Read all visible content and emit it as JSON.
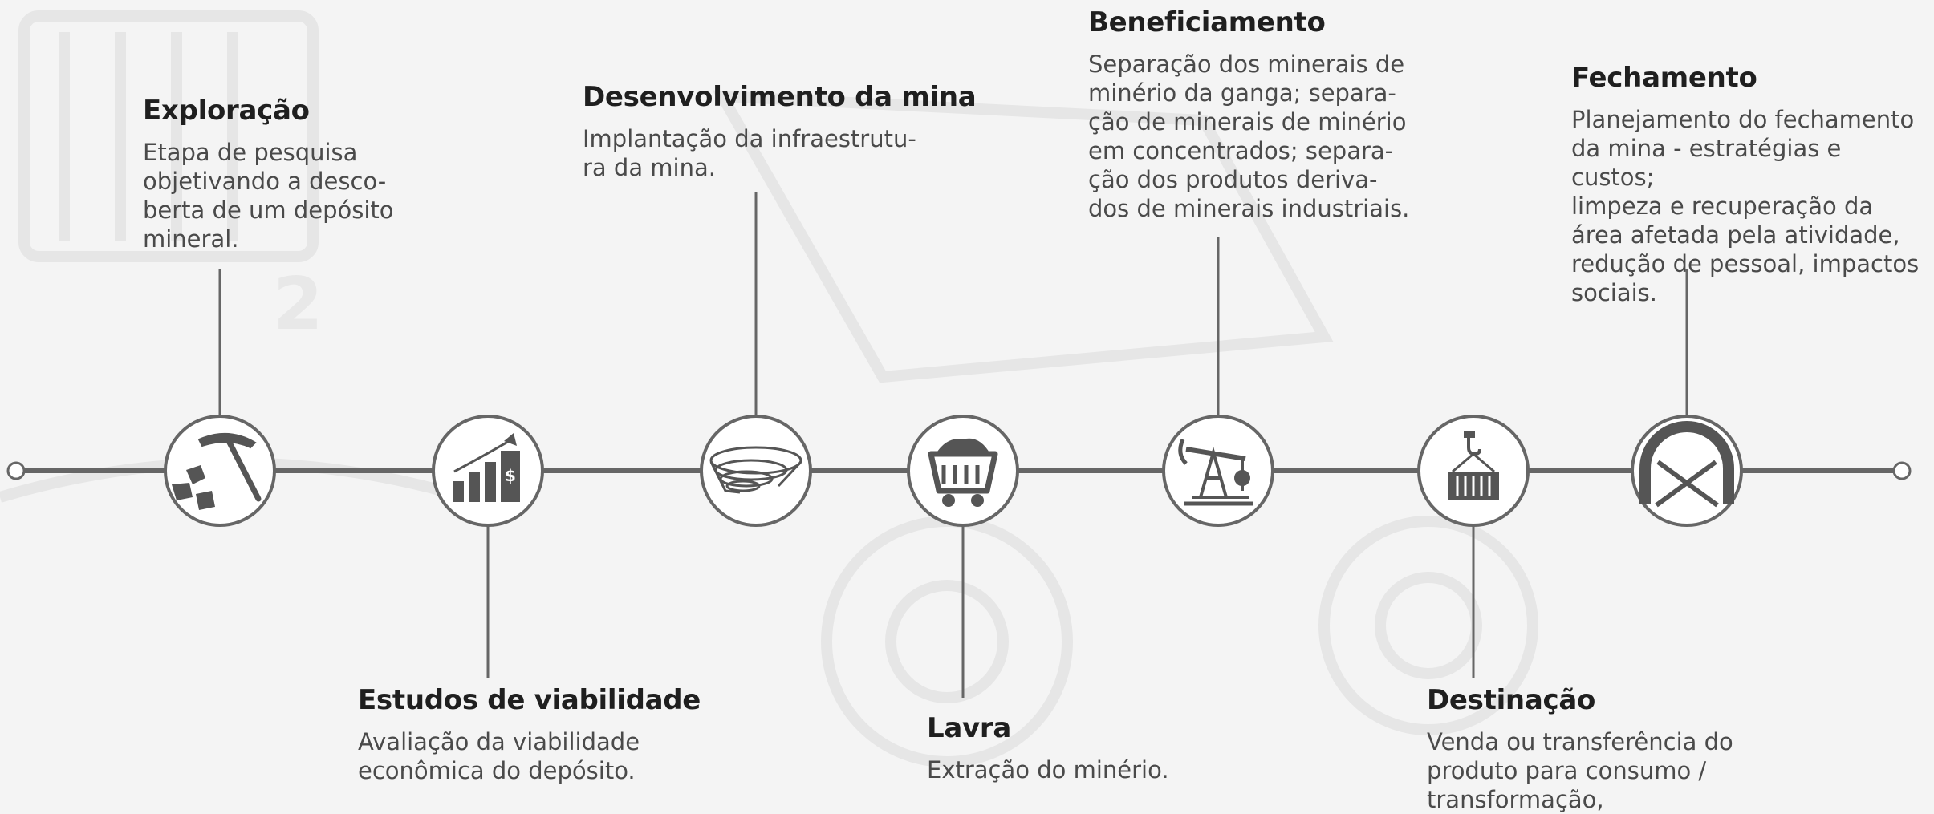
{
  "colors": {
    "line": "#666666",
    "icon": "#555555",
    "circle_fill": "#ffffff",
    "heading": "#1f1f1f",
    "body_text": "#4a4a4a",
    "background": "#f4f4f4"
  },
  "stages": [
    {
      "id": "exploracao",
      "title": "Exploração",
      "description": "Etapa de pesquisa\nobjetivando a desco-\nberta de um depósito\nmineral.",
      "icon": "pickaxe-ore-icon"
    },
    {
      "id": "estudos",
      "title": "Estudos de viabilidade",
      "description": "Avaliação da viabilidade\neconômica do depósito.",
      "icon": "growth-chart-dollar-icon"
    },
    {
      "id": "desenvolvimento",
      "title": "Desenvolvimento da mina",
      "description": "Implantação da infraestrutu-\nra da mina.",
      "icon": "open-pit-mine-icon"
    },
    {
      "id": "lavra",
      "title": "Lavra",
      "description": "Extração do minério.",
      "icon": "mine-cart-icon"
    },
    {
      "id": "beneficiamento",
      "title": "Beneficiamento",
      "description": "Separação dos minerais de\nminério da ganga; separa-\nção de minerais de minério\nem concentrados; separa-\nção dos produtos deriva-\ndos de minerais industriais.",
      "icon": "pump-jack-icon"
    },
    {
      "id": "destinacao",
      "title": "Destinação",
      "description": "Venda ou transferência do\nproduto para consumo /\ntransformação,",
      "icon": "crane-container-icon"
    },
    {
      "id": "fechamento",
      "title": "Fechamento",
      "description": "Planejamento do fechamento\nda mina - estratégias e custos;\nlimpeza e recuperação da\nárea afetada pela atividade,\nredução de pessoal, impactos\nsociais.",
      "icon": "closed-tunnel-icon"
    }
  ]
}
